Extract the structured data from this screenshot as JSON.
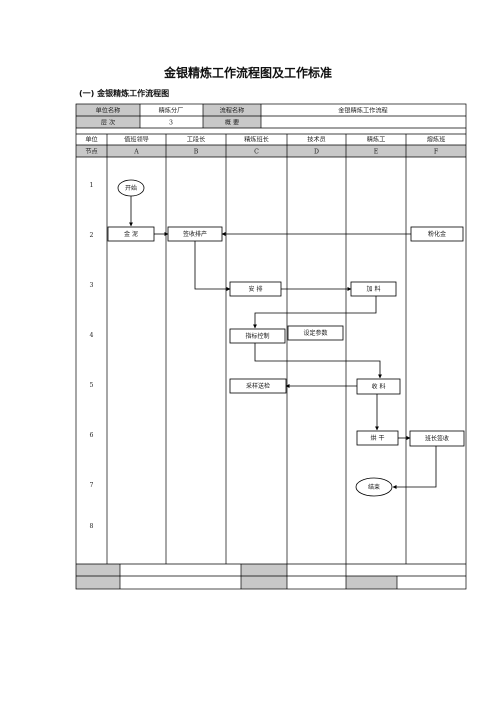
{
  "title": "金银精炼工作流程图及工作标准",
  "subtitle": "(一) 金银精炼工作流程图",
  "header": {
    "unit_name_label": "单位名称",
    "unit_name_value": "精炼分厂",
    "process_name_label": "流程名称",
    "process_name_value": "金银精炼工作流程",
    "level_label": "层   次",
    "level_value": "3",
    "summary_label": "概   要"
  },
  "roles": {
    "label": "单位",
    "items": [
      "值班领导",
      "工段长",
      "精炼班长",
      "技术员",
      "精炼工",
      "熔炼班"
    ]
  },
  "nodes": {
    "label": "节点",
    "items": [
      "A",
      "B",
      "C",
      "D",
      "E",
      "F"
    ]
  },
  "rows": [
    "1",
    "2",
    "3",
    "4",
    "5",
    "6",
    "7",
    "8"
  ],
  "steps": {
    "start": "开始",
    "gold_mud": "金 泥",
    "sign_arrange": "签收排产",
    "powder_gold": "粉化金",
    "arrange": "安 排",
    "add_material": "加 料",
    "indicator_control": "指标控制",
    "set_params": "设定参数",
    "sample_send": "采样送检",
    "collect_material": "收 料",
    "dry": "烘 干",
    "team_leader_sign": "班长签收",
    "end": "结束"
  }
}
